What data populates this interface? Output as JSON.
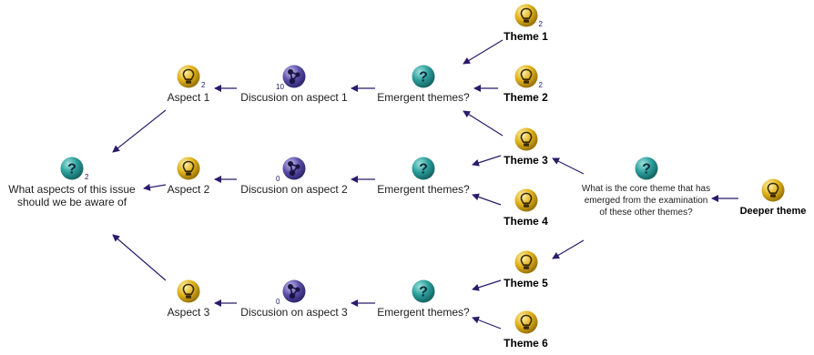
{
  "colors": {
    "link": "#2b1b6b",
    "question": "#2a9d9a",
    "idea": "#e0b21a",
    "discussion": "#5a4fa8"
  },
  "nodes": {
    "root": {
      "label": "What aspects of this issue should we be aware of",
      "count": "2",
      "icon": "question-icon"
    },
    "aspect1": {
      "label": "Aspect 1",
      "count": "2",
      "icon": "lightbulb-icon"
    },
    "aspect2": {
      "label": "Aspect 2",
      "count": "",
      "icon": "lightbulb-icon"
    },
    "aspect3": {
      "label": "Aspect 3",
      "count": "",
      "icon": "lightbulb-icon"
    },
    "disc1": {
      "label": "Discusion on aspect 1",
      "count": "10",
      "icon": "map-icon"
    },
    "disc2": {
      "label": "Discusion on aspect 2",
      "count": "0",
      "icon": "map-icon"
    },
    "disc3": {
      "label": "Discusion on aspect 3",
      "count": "0",
      "icon": "map-icon"
    },
    "emergent1": {
      "label": "Emergent themes?",
      "count": "",
      "icon": "question-icon"
    },
    "emergent2": {
      "label": "Emergent themes?",
      "count": "",
      "icon": "question-icon"
    },
    "emergent3": {
      "label": "Emergent themes?",
      "count": "",
      "icon": "question-icon"
    },
    "theme1": {
      "label": "Theme 1",
      "count": "2",
      "icon": "lightbulb-icon"
    },
    "theme2": {
      "label": "Theme 2",
      "count": "2",
      "icon": "lightbulb-icon"
    },
    "theme3": {
      "label": "Theme 3",
      "count": "",
      "icon": "lightbulb-icon"
    },
    "theme4": {
      "label": "Theme 4",
      "count": "",
      "icon": "lightbulb-icon"
    },
    "theme5": {
      "label": "Theme 5",
      "count": "",
      "icon": "lightbulb-icon"
    },
    "theme6": {
      "label": "Theme 6",
      "count": "",
      "icon": "lightbulb-icon"
    },
    "core": {
      "label": "What is the core theme that has emerged from the examination of these other themes?",
      "count": "",
      "icon": "question-icon"
    },
    "deeper": {
      "label": "Deeper theme",
      "count": "",
      "icon": "lightbulb-icon"
    }
  }
}
